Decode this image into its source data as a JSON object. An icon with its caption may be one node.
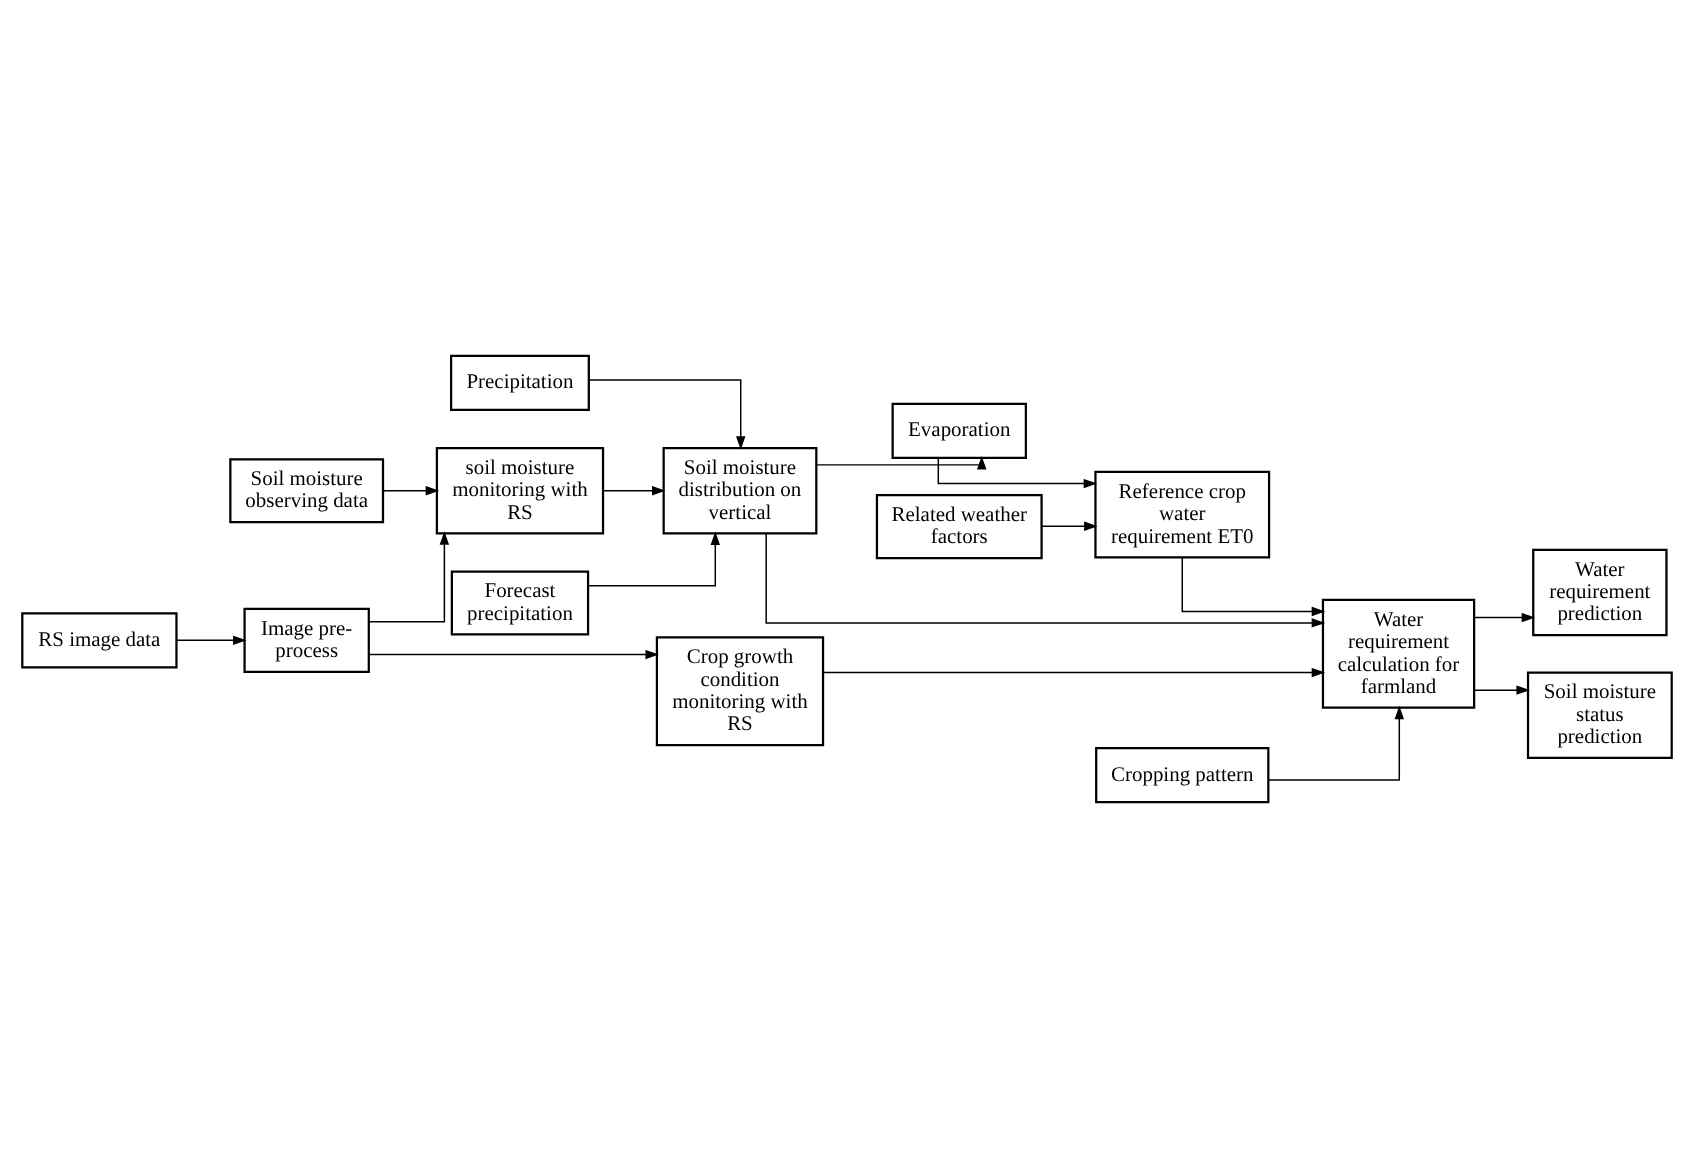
{
  "diagram": {
    "nodes": [
      {
        "text": [
          "Precipitation"
        ]
      },
      {
        "text": [
          "Evaporation"
        ]
      },
      {
        "text": [
          "Related weather factors"
        ]
      },
      {
        "text": [
          "Forecast precipitation"
        ]
      },
      {
        "text": [
          "Soil moisture distribution on vertical"
        ]
      },
      {
        "text": [
          "Reference crop water requirement ET0"
        ]
      },
      {
        "text": [
          "Water requirement prediction"
        ]
      },
      {
        "text": [
          "Soil moisture observing data"
        ]
      },
      {
        "text": [
          "soil moisture monitoring with RS"
        ]
      },
      {
        "text": [
          "Water requirement calculation for farmland"
        ]
      },
      {
        "text": [
          "Soil moisture status prediction"
        ]
      },
      {
        "text": [
          "RS image data"
        ]
      },
      {
        "text": [
          "Image pre-process"
        ]
      },
      {
        "text": [
          "Crop growth condition monitoring with RS"
        ]
      },
      {
        "text": [
          "Cropping pattern"
        ]
      }
    ],
    "edges": [
      {
        "from": 0,
        "to": 4,
        "arrow": "to"
      },
      {
        "from": 3,
        "to": 4,
        "arrow": "to"
      },
      {
        "from": 4,
        "to": 1,
        "arrow": "to"
      },
      {
        "from": 1,
        "to": 5,
        "arrow": "to"
      },
      {
        "from": 2,
        "to": 5,
        "arrow": "to"
      },
      {
        "from": 5,
        "to": 9,
        "arrow": "to"
      },
      {
        "from": 4,
        "to": 9,
        "arrow": "to"
      },
      {
        "from": 8,
        "to": 4,
        "arrow": "to"
      },
      {
        "from": 7,
        "to": 8,
        "arrow": "to"
      },
      {
        "from": 12,
        "to": 8,
        "arrow": "to"
      },
      {
        "from": 11,
        "to": 12,
        "arrow": "to"
      },
      {
        "from": 12,
        "to": 13,
        "arrow": "to"
      },
      {
        "from": 13,
        "to": 9,
        "arrow": "to"
      },
      {
        "from": 14,
        "to": 9,
        "arrow": "to"
      },
      {
        "from": 9,
        "to": 6,
        "arrow": "to"
      },
      {
        "from": 9,
        "to": 10,
        "arrow": "to"
      }
    ]
  }
}
